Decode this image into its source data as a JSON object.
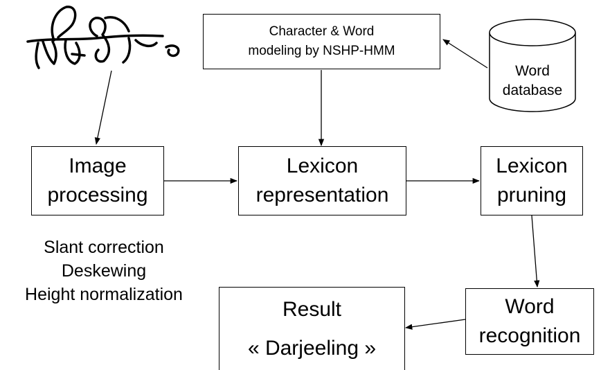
{
  "input_image": {
    "name": "handwritten word image"
  },
  "boxes": {
    "modeling": {
      "lines": [
        "Character & Word",
        "modeling by NSHP-HMM"
      ]
    },
    "database": {
      "lines": [
        "Word",
        "database"
      ]
    },
    "image_processing": {
      "lines": [
        "Image",
        "processing"
      ]
    },
    "lexicon_representation": {
      "lines": [
        "Lexicon",
        "representation"
      ]
    },
    "lexicon_pruning": {
      "lines": [
        "Lexicon",
        "pruning"
      ]
    },
    "word_recognition": {
      "lines": [
        "Word",
        "recognition"
      ]
    },
    "result": {
      "lines": [
        "Result",
        "« Darjeeling »"
      ]
    }
  },
  "preprocessing_steps": [
    "Slant correction",
    "Deskewing",
    "Height normalization"
  ],
  "colors": {
    "stroke": "#000000",
    "background": "#ffffff"
  }
}
